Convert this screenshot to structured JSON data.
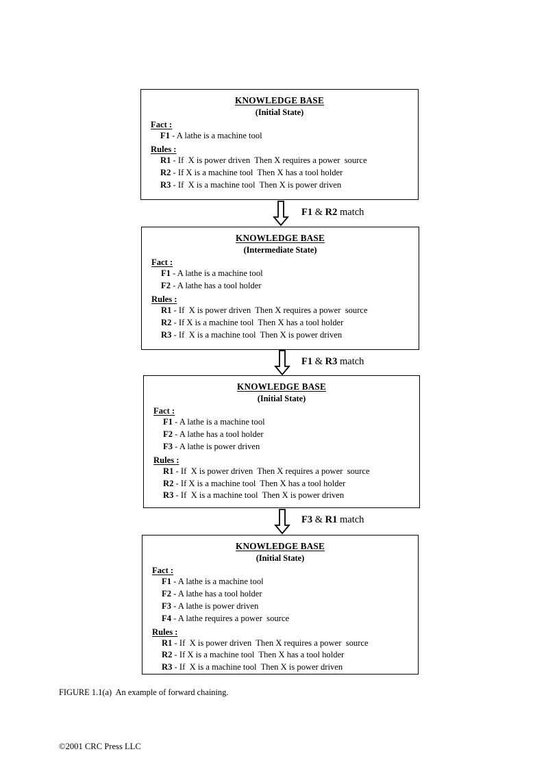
{
  "document": {
    "caption": "FIGURE 1.1(a)  An example of forward chaining.",
    "footer": "©2001 CRC Press LLC"
  },
  "boxes": [
    {
      "title": "KNOWLEDGE BASE",
      "subtitle": "(Initial State)",
      "fact_label": "Fact  :",
      "rules_label": "Rules :",
      "facts": [
        {
          "id": "F1",
          "text": " - A lathe is a machine tool"
        }
      ],
      "rules": [
        {
          "id": "R1",
          "text": " - If  X is power driven  Then X requires a power  source"
        },
        {
          "id": "R2",
          "text": " - If X is a machine tool  Then X has a tool holder"
        },
        {
          "id": "R3",
          "text": " - If  X is a machine tool  Then X is power driven"
        }
      ]
    },
    {
      "title": "KNOWLEDGE BASE",
      "subtitle": "(Intermediate State)",
      "fact_label": "Fact  :",
      "rules_label": "Rules :",
      "facts": [
        {
          "id": "F1",
          "text": " - A lathe is a machine tool"
        },
        {
          "id": "F2",
          "text": " - A lathe has a tool holder"
        }
      ],
      "rules": [
        {
          "id": "R1",
          "text": " - If  X is power driven  Then X requires a power  source"
        },
        {
          "id": "R2",
          "text": " - If X is a machine tool  Then X has a tool holder"
        },
        {
          "id": "R3",
          "text": " - If  X is a machine tool  Then X is power driven"
        }
      ]
    },
    {
      "title": "KNOWLEDGE BASE",
      "subtitle": "(Initial State)",
      "fact_label": "Fact  :",
      "rules_label": "Rules :",
      "facts": [
        {
          "id": "F1",
          "text": " - A lathe is a machine tool"
        },
        {
          "id": "F2",
          "text": " - A lathe has a tool holder"
        },
        {
          "id": "F3",
          "text": " - A lathe is power driven"
        }
      ],
      "rules": [
        {
          "id": "R1",
          "text": " - If  X is power driven  Then X requires a power  source"
        },
        {
          "id": "R2",
          "text": " - If X is a machine tool  Then X has a tool holder"
        },
        {
          "id": "R3",
          "text": " - If  X is a machine tool  Then X is power driven"
        }
      ]
    },
    {
      "title": "KNOWLEDGE BASE",
      "subtitle": "(Initial State)",
      "fact_label": "Fact  :",
      "rules_label": "Rules :",
      "facts": [
        {
          "id": "F1",
          "text": " - A lathe is a machine tool"
        },
        {
          "id": "F2",
          "text": " - A lathe has a tool holder"
        },
        {
          "id": "F3",
          "text": " - A lathe is power driven"
        },
        {
          "id": "F4",
          "text": " - A lathe requires a power  source"
        }
      ],
      "rules": [
        {
          "id": "R1",
          "text": " - If  X is power driven  Then X requires a power  source"
        },
        {
          "id": "R2",
          "text": " - If X is a machine tool  Then X has a tool holder"
        },
        {
          "id": "R3",
          "text": " - If  X is a machine tool  Then X is power driven"
        }
      ]
    }
  ],
  "transitions": [
    {
      "first": "F1",
      "conjunction": " & ",
      "second": "R2",
      "suffix": " match"
    },
    {
      "first": "F1",
      "conjunction": " & ",
      "second": "R3",
      "suffix": " match"
    },
    {
      "first": "F3",
      "conjunction": " & ",
      "second": "R1",
      "suffix": " match"
    }
  ],
  "colors": {
    "ink": "#000000",
    "paper": "#ffffff"
  }
}
